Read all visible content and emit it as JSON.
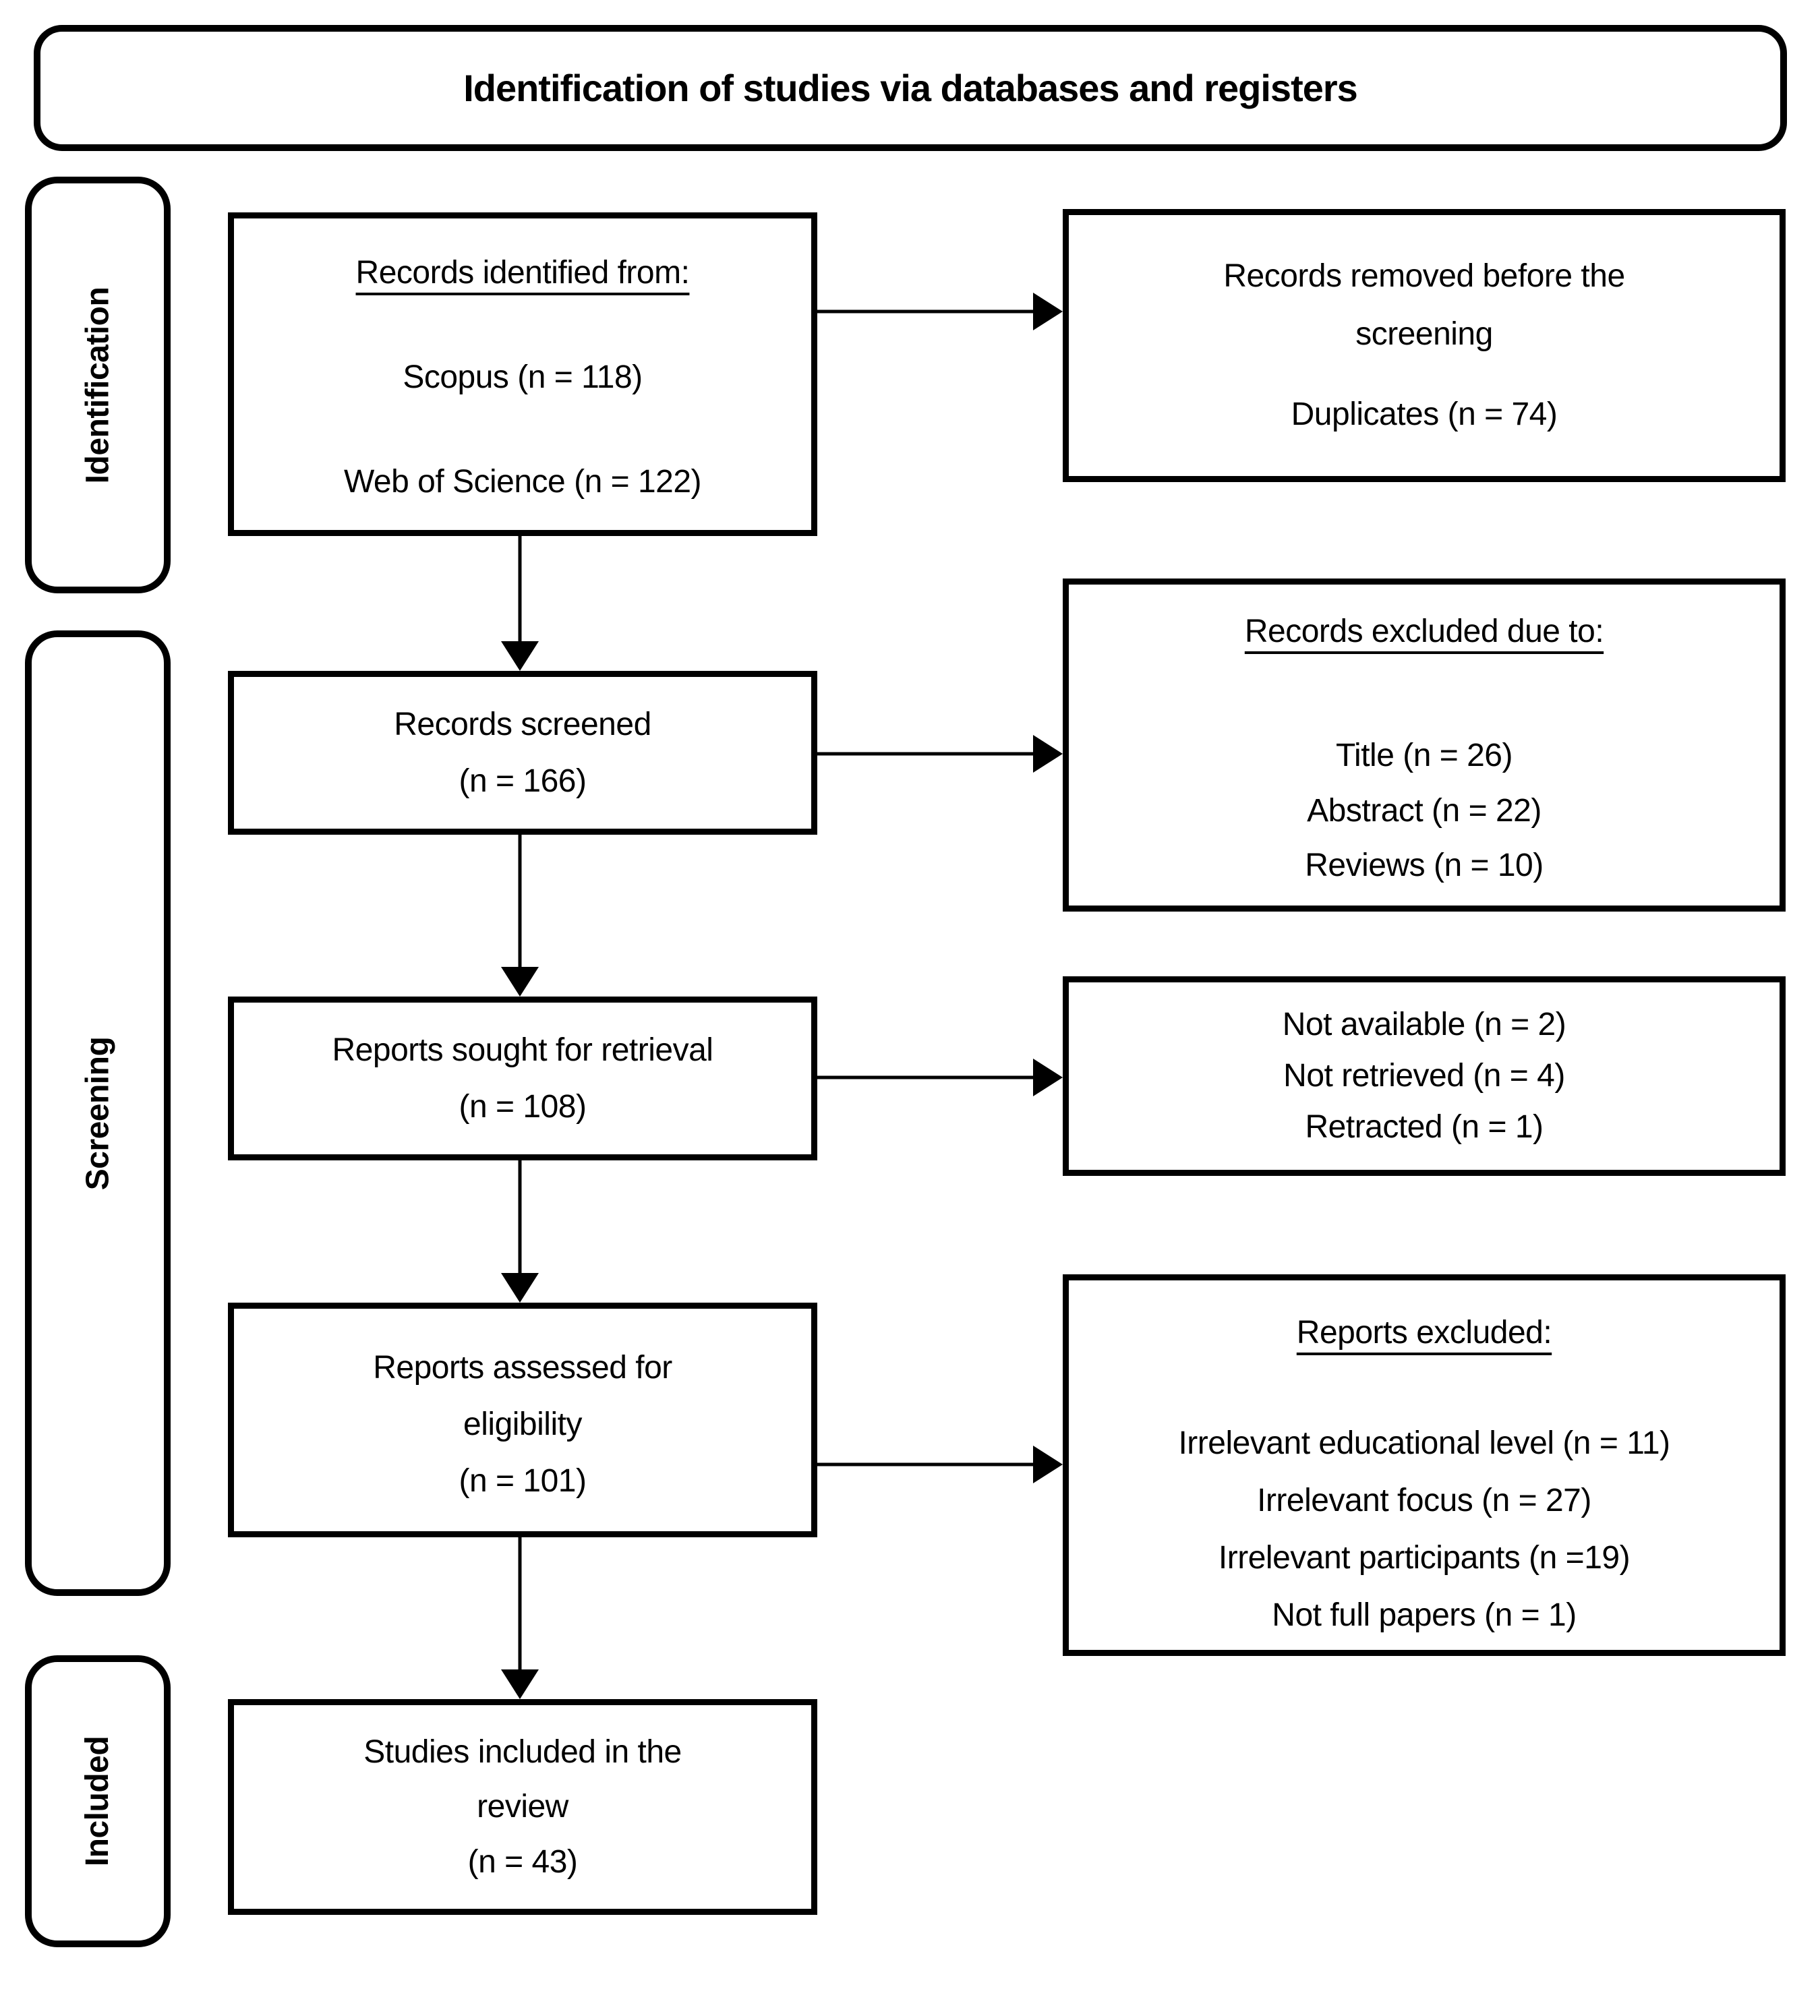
{
  "diagram": {
    "title": "Identification of studies via databases and registers",
    "stages": [
      {
        "label": "Identification"
      },
      {
        "label": "Screening"
      },
      {
        "label": "Included"
      }
    ],
    "flow": {
      "identified": {
        "heading": "Records identified from:",
        "sources": [
          "Scopus (n = 118)",
          "Web of Science (n = 122)"
        ]
      },
      "screened": {
        "text": "Records screened",
        "count": "(n = 166)"
      },
      "sought": {
        "text": "Reports sought for retrieval",
        "count": "(n = 108)"
      },
      "assessed": {
        "text": "Reports assessed for eligibility",
        "count": "(n = 101)"
      },
      "included": {
        "text": "Studies included in the review",
        "count": "(n = 43)"
      }
    },
    "exclusions": {
      "removed_before_screening": {
        "text": "Records removed before the screening",
        "detail": "Duplicates (n = 74)"
      },
      "records_excluded": {
        "heading": "Records excluded due to:",
        "reasons": [
          "Title (n = 26)",
          "Abstract (n = 22)",
          "Reviews (n = 10)"
        ]
      },
      "not_retrieved": {
        "reasons": [
          "Not available (n = 2)",
          "Not retrieved (n = 4)",
          "Retracted (n = 1)"
        ]
      },
      "reports_excluded": {
        "heading": "Reports excluded:",
        "reasons": [
          "Irrelevant educational level (n = 11)",
          "Irrelevant focus (n = 27)",
          "Irrelevant participants (n =19)",
          "Not full papers (n = 1)"
        ]
      }
    },
    "colors": {
      "ink": "#000000",
      "background": "#ffffff"
    }
  }
}
